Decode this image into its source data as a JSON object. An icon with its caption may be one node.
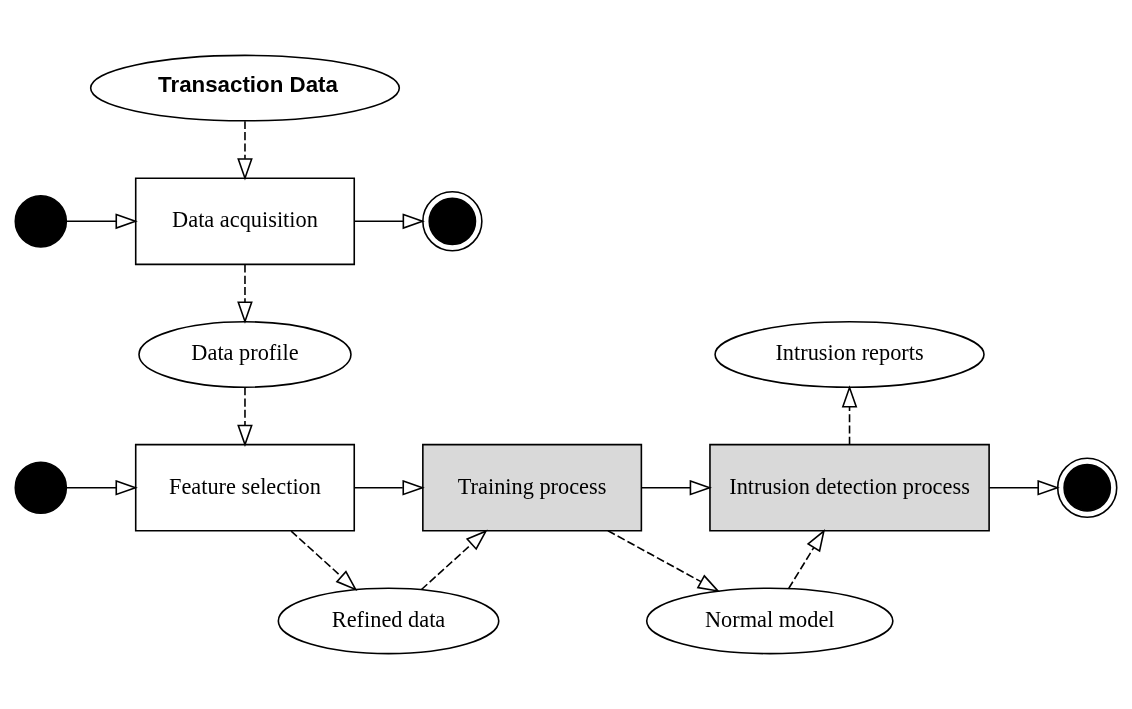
{
  "diagram": {
    "nodes": [
      {
        "text": [
          "Transaction Data"
        ]
      },
      {
        "text": [],
        "shape": "circle"
      },
      {
        "text": [
          "Data acquisition"
        ]
      },
      {
        "text": [],
        "shape": "bullseye"
      },
      {
        "text": [
          "Data profile"
        ]
      },
      {
        "text": [
          "Intrusion reports"
        ]
      },
      {
        "text": [],
        "shape": "circle"
      },
      {
        "text": [
          "Feature selection"
        ]
      },
      {
        "text": [
          "Training process"
        ]
      },
      {
        "text": [
          "Intrusion detection process"
        ]
      },
      {
        "text": [],
        "shape": "bullseye"
      },
      {
        "text": [
          "Refined data"
        ]
      },
      {
        "text": [
          "Normal model"
        ]
      }
    ],
    "edges": [
      {
        "from": 0,
        "to": 2,
        "arrow": "to",
        "style": "dashed"
      },
      {
        "from": 1,
        "to": 2,
        "arrow": "to"
      },
      {
        "from": 2,
        "to": 3,
        "arrow": "to"
      },
      {
        "from": 2,
        "to": 4,
        "arrow": "to",
        "style": "dashed"
      },
      {
        "from": 4,
        "to": 7,
        "arrow": "to",
        "style": "dashed"
      },
      {
        "from": 6,
        "to": 7,
        "arrow": "to"
      },
      {
        "from": 7,
        "to": 8,
        "arrow": "to"
      },
      {
        "from": 8,
        "to": 9,
        "arrow": "to"
      },
      {
        "from": 9,
        "to": 10,
        "arrow": "to"
      },
      {
        "from": 9,
        "to": 5,
        "arrow": "to",
        "style": "dashed"
      },
      {
        "from": 7,
        "to": 11,
        "arrow": "to",
        "style": "dashed"
      },
      {
        "from": 11,
        "to": 8,
        "arrow": "to",
        "style": "dashed"
      },
      {
        "from": 8,
        "to": 12,
        "arrow": "to",
        "style": "dashed"
      },
      {
        "from": 12,
        "to": 9,
        "arrow": "to",
        "style": "dashed"
      }
    ]
  }
}
